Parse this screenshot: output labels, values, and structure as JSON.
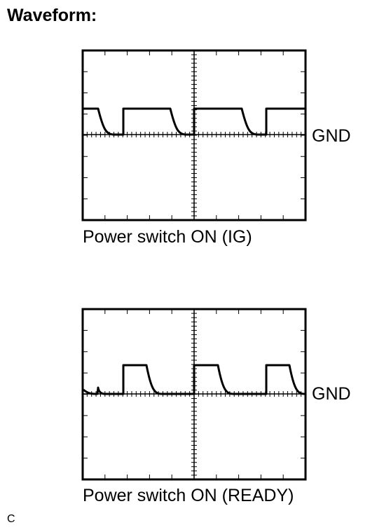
{
  "heading": "Waveform:",
  "scopes": [
    {
      "caption": "Power switch ON (IG)",
      "ground_label": "GND"
    },
    {
      "caption": "Power switch ON (READY)",
      "ground_label": "GND"
    }
  ],
  "corner_label": "C"
}
